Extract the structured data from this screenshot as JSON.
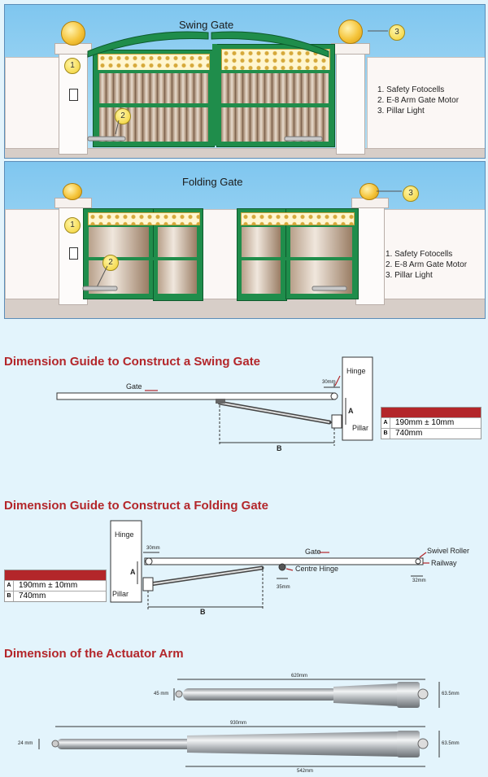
{
  "swing_panel": {
    "title": "Swing Gate",
    "legend": [
      "1. Safety Fotocells",
      "2. E-8 Arm Gate Motor",
      "3. Pillar Light"
    ],
    "badges": [
      "1",
      "2",
      "3"
    ]
  },
  "folding_panel": {
    "title": "Folding Gate",
    "legend": [
      "1. Safety Fotocells",
      "2. E-8 Arm Gate Motor",
      "3. Pillar Light"
    ],
    "badges": [
      "1",
      "2",
      "3"
    ]
  },
  "swing_guide": {
    "title": "Dimension Guide to Construct a Swing Gate",
    "gate": "Gate",
    "hinge": "Hinge",
    "pillar": "Pillar",
    "offset": "30mm",
    "dim_a": "A",
    "dim_b": "B",
    "table": [
      {
        "key": "A",
        "value": "190mm ± 10mm"
      },
      {
        "key": "B",
        "value": "740mm"
      }
    ]
  },
  "folding_guide": {
    "title": "Dimension Guide to Construct a Folding Gate",
    "hinge": "Hinge",
    "pillar": "Pillar",
    "gate": "Gate",
    "swivel_roller": "Swivel Roller",
    "railway": "Railway",
    "centre_hinge": "Centre Hinge",
    "offset": "30mm",
    "centre_offset": "35mm",
    "roller_offset": "32mm",
    "dim_a": "A",
    "dim_b": "B",
    "table": [
      {
        "key": "A",
        "value": "190mm ± 10mm"
      },
      {
        "key": "B",
        "value": "740mm"
      }
    ]
  },
  "actuator": {
    "title": "Dimension of the Actuator Arm",
    "arm1": {
      "length": "620mm",
      "dia": "45 mm",
      "height": "63.5mm"
    },
    "arm2": {
      "length": "930mm",
      "dia": "24 mm",
      "height": "63.5mm",
      "inner": "542mm"
    }
  }
}
